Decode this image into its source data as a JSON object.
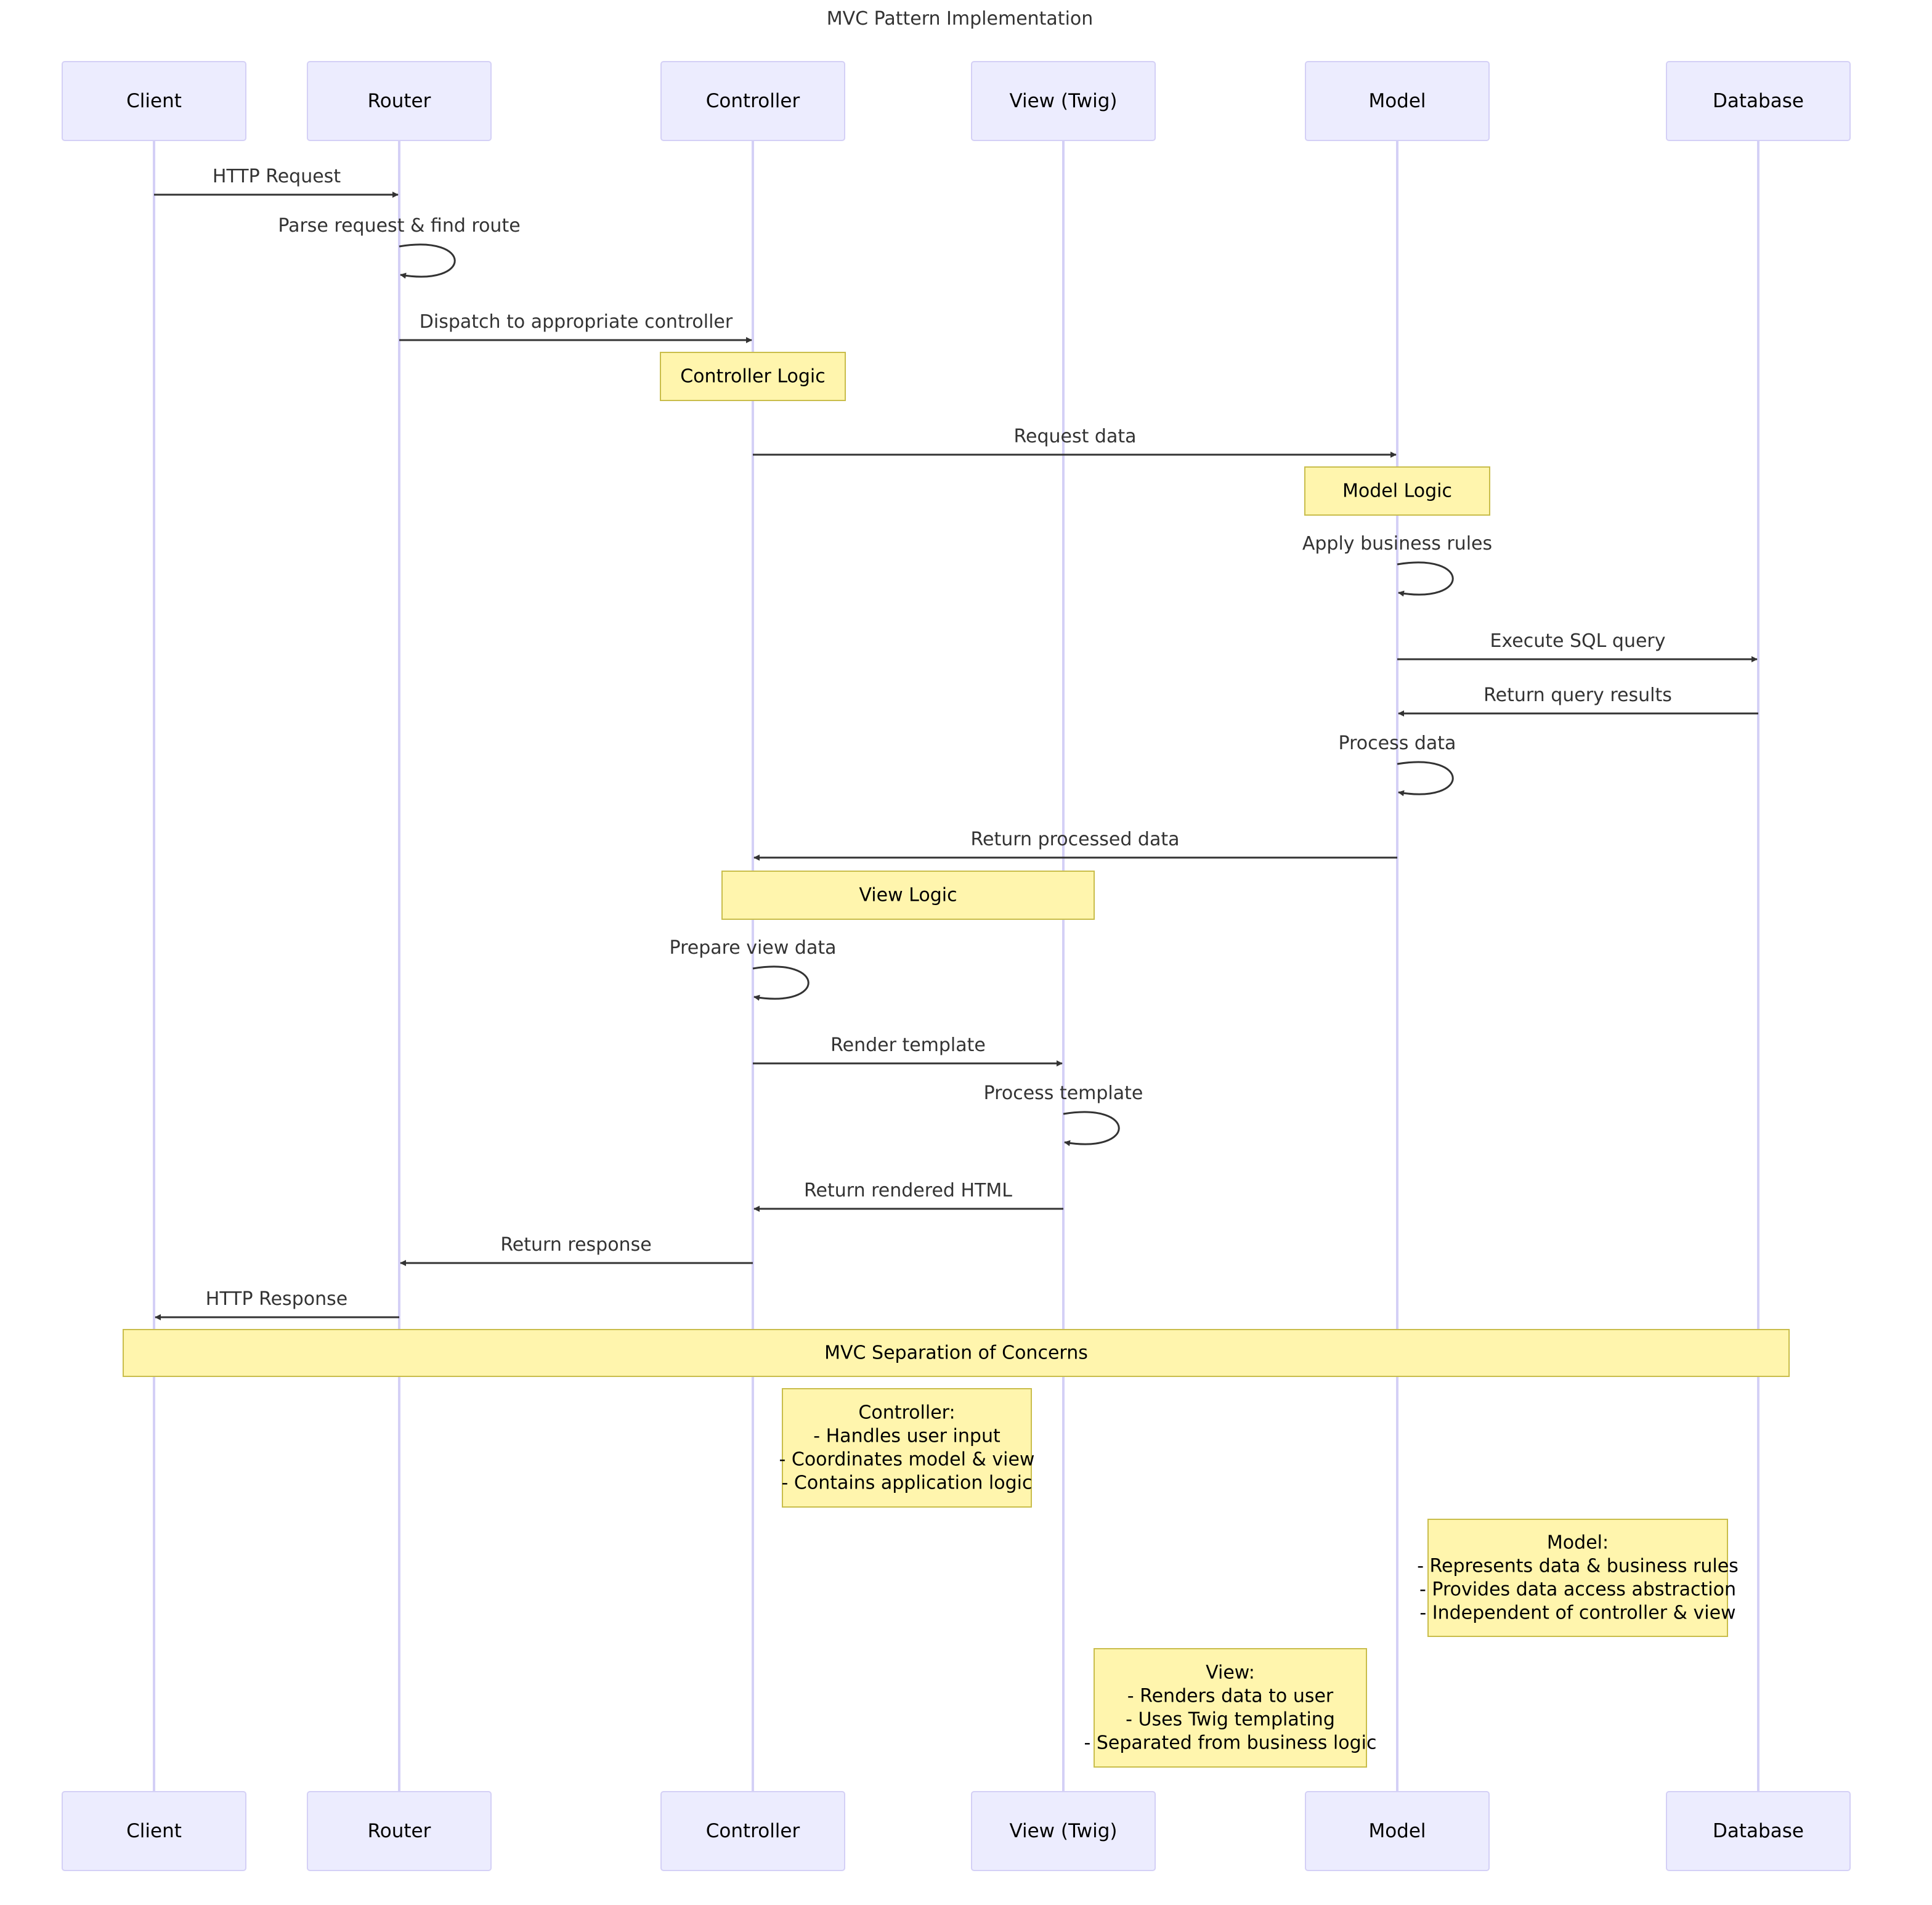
{
  "title": "MVC Pattern Implementation",
  "actors": [
    {
      "id": "client",
      "label": "Client"
    },
    {
      "id": "router",
      "label": "Router"
    },
    {
      "id": "controller",
      "label": "Controller"
    },
    {
      "id": "view",
      "label": "View (Twig)"
    },
    {
      "id": "model",
      "label": "Model"
    },
    {
      "id": "database",
      "label": "Database"
    }
  ],
  "messages": [
    {
      "from": "client",
      "to": "router",
      "label": "HTTP Request"
    },
    {
      "from": "router",
      "to": "router",
      "label": "Parse request & find route"
    },
    {
      "from": "router",
      "to": "controller",
      "label": "Dispatch to appropriate controller"
    },
    {
      "from": "controller",
      "to": "model",
      "label": "Request data"
    },
    {
      "from": "model",
      "to": "model",
      "label": "Apply business rules"
    },
    {
      "from": "model",
      "to": "database",
      "label": "Execute SQL query"
    },
    {
      "from": "database",
      "to": "model",
      "label": "Return query results"
    },
    {
      "from": "model",
      "to": "model",
      "label": "Process data"
    },
    {
      "from": "model",
      "to": "controller",
      "label": "Return processed data"
    },
    {
      "from": "controller",
      "to": "controller",
      "label": "Prepare view data"
    },
    {
      "from": "controller",
      "to": "view",
      "label": "Render template"
    },
    {
      "from": "view",
      "to": "view",
      "label": "Process template"
    },
    {
      "from": "view",
      "to": "controller",
      "label": "Return rendered HTML"
    },
    {
      "from": "controller",
      "to": "router",
      "label": "Return response"
    },
    {
      "from": "router",
      "to": "client",
      "label": "HTTP Response"
    }
  ],
  "notes": [
    {
      "name": "note-controller-logic",
      "lines": [
        "Controller Logic"
      ]
    },
    {
      "name": "note-model-logic",
      "lines": [
        "Model Logic"
      ]
    },
    {
      "name": "note-view-logic",
      "lines": [
        "View Logic"
      ]
    },
    {
      "name": "note-separation-of-concerns",
      "lines": [
        "MVC Separation of Concerns"
      ]
    },
    {
      "name": "note-controller-details",
      "lines": [
        "Controller:",
        "- Handles user input",
        "- Coordinates model & view",
        "- Contains application logic"
      ]
    },
    {
      "name": "note-model-details",
      "lines": [
        "Model:",
        "- Represents data & business rules",
        "- Provides data access abstraction",
        "- Independent of controller & view"
      ]
    },
    {
      "name": "note-view-details",
      "lines": [
        "View:",
        "- Renders data to user",
        "- Uses Twig templating",
        "- Separated from business logic"
      ]
    }
  ],
  "colors": {
    "actor_fill": "#ececfe",
    "actor_border": "#d4d0f6",
    "note_fill": "#fff5ad",
    "note_border": "#c9bd4b",
    "line": "#333333"
  }
}
